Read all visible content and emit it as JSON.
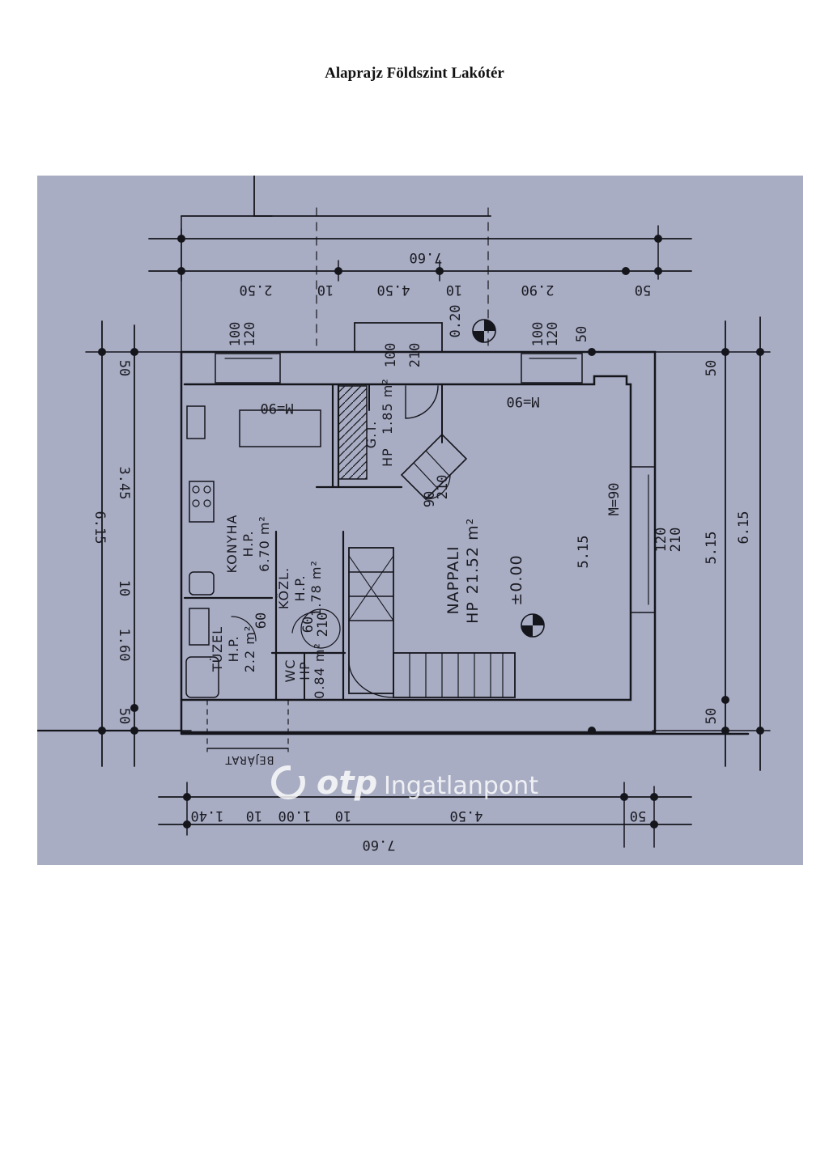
{
  "page": {
    "title": "Alaprajz Földszint Lakótér"
  },
  "colors": {
    "paper": "#a8adc3",
    "ink": "#15151c",
    "watermark": "#ffffff"
  },
  "plan": {
    "dims_top_outer": "7.60",
    "dims_top_inner": [
      "2.50",
      "10",
      "4.50",
      "10",
      "2.90",
      "50"
    ],
    "dims_window_top": [
      "100",
      "120",
      "100",
      "120",
      "50"
    ],
    "dims_bottom_outer": "7.60",
    "dims_bottom_inner": [
      "1.40",
      "10",
      "1.00",
      "10",
      "4.50",
      "50"
    ],
    "dims_left": [
      "6.15",
      "50",
      "3.45",
      "10",
      "1.60",
      "50"
    ],
    "dims_right": [
      "6.15",
      "50",
      "5.15",
      "50"
    ],
    "dims_misc": {
      "interior": "5.15",
      "window_right": "120",
      "window_right2": "210",
      "sill_kitchen": "M=90",
      "sill_living": "M=90",
      "sill_right": "M=90",
      "wc_door": "60",
      "wc_door2": "210",
      "storage_w": "100",
      "storage_h": "210",
      "ceiling": "0.20",
      "level": "±0.00",
      "door_living": "90",
      "door_living2": "210",
      "bath_door": "60"
    },
    "rooms": {
      "kitchen": {
        "name": "KONYHA",
        "floor": "H.P.",
        "area": "6.70 m²"
      },
      "hall": {
        "name": "KÖZL.",
        "floor": "H.P.",
        "area": "1.78 m²"
      },
      "storage": {
        "name": "G.T.",
        "floor": "HP",
        "area": "1.85 m²"
      },
      "living": {
        "name": "NAPPALI",
        "floor": "HP",
        "area": "21.52 m²"
      },
      "boiler": {
        "name": "TÜZEL",
        "floor": "H.P.",
        "area": "2.2 m²"
      },
      "wc": {
        "name": "WC",
        "floor": "HP",
        "area": "0.84 m²"
      }
    },
    "entrance": "BEJÁRAT"
  },
  "watermark": {
    "brand": "otp",
    "suffix": "Ingatlanpont"
  }
}
